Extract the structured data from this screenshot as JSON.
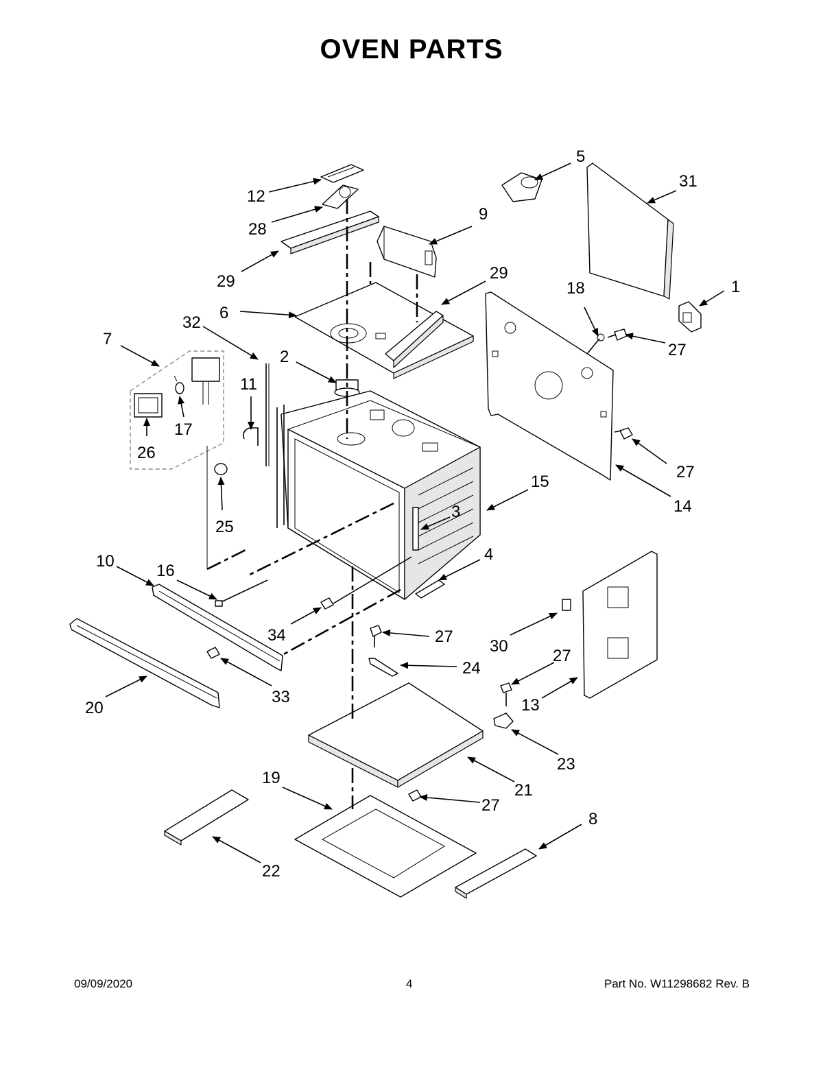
{
  "title": "OVEN PARTS",
  "callouts": {
    "c1": "1",
    "c2": "2",
    "c3": "3",
    "c4": "4",
    "c5": "5",
    "c6": "6",
    "c7": "7",
    "c8": "8",
    "c9": "9",
    "c10": "10",
    "c11": "11",
    "c12": "12",
    "c13": "13",
    "c14": "14",
    "c15": "15",
    "c16": "16",
    "c17": "17",
    "c18": "18",
    "c19": "19",
    "c20": "20",
    "c21": "21",
    "c22": "22",
    "c23": "23",
    "c24": "24",
    "c25": "25",
    "c26": "26",
    "c27a": "27",
    "c27b": "27",
    "c27c": "27",
    "c27d": "27",
    "c27e": "27",
    "c28": "28",
    "c29a": "29",
    "c29b": "29",
    "c30": "30",
    "c31": "31",
    "c32": "32",
    "c33": "33",
    "c34": "34"
  },
  "footer": {
    "date": "09/09/2020",
    "page": "4",
    "part": "Part No.  W11298682  Rev.  B"
  }
}
